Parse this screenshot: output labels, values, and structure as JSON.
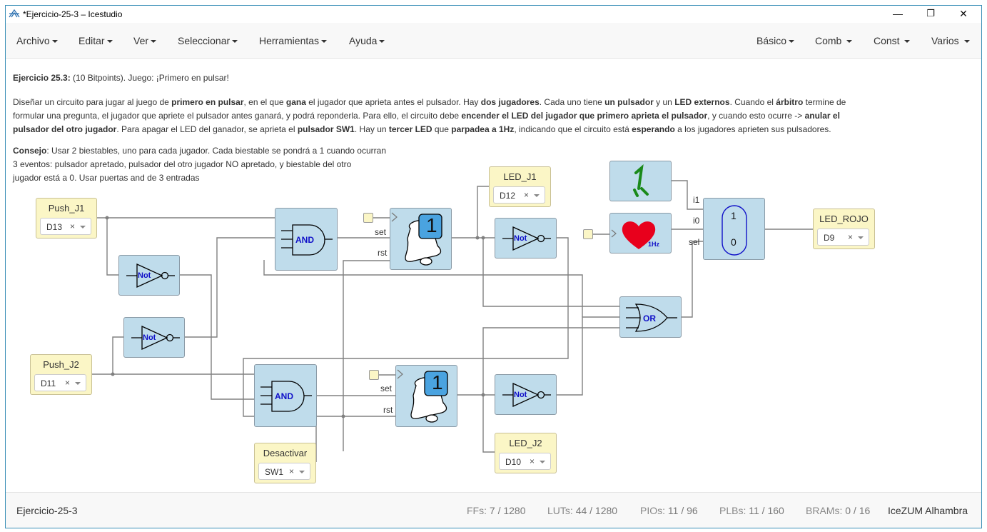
{
  "window": {
    "title": "*Ejercicio-25-3 – Icestudio",
    "minimize": "—",
    "maximize": "❐",
    "close": "✕"
  },
  "menu": {
    "left": [
      "Archivo",
      "Editar",
      "Ver",
      "Seleccionar",
      "Herramientas",
      "Ayuda"
    ],
    "right": [
      "Básico",
      "Comb",
      "Const",
      "Varios"
    ]
  },
  "exercise": {
    "heading_bold": "Ejercicio 25.3:",
    "heading_rest": " (10 Bitpoints). Juego: ¡Primero en pulsar!",
    "p1": [
      [
        {
          "t": "Diseñar un circuito para jugar al juego de "
        },
        {
          "b": "primero en pulsar"
        },
        {
          "t": ", en el que "
        },
        {
          "b": "gana"
        },
        {
          "t": " el jugador que aprieta antes el pulsador. Hay "
        },
        {
          "b": "dos jugadores"
        },
        {
          "t": ". Cada uno tiene "
        },
        {
          "b": "un pulsador"
        },
        {
          "t": " y un "
        },
        {
          "b": "LED externos"
        },
        {
          "t": ". Cuando el "
        },
        {
          "b": "árbitro"
        },
        {
          "t": " termine de"
        }
      ],
      [
        {
          "t": "formular una pregunta, el jugador que apriete el pulsador antes ganará, y podrá reponderla. Para ello, el circuito debe "
        },
        {
          "b": "encender el LED del jugador que primero aprieta el pulsador"
        },
        {
          "t": ", y cuando esto ocurre -> "
        },
        {
          "b": "anular el"
        }
      ],
      [
        {
          "b": "pulsador del otro jugador"
        },
        {
          "t": ". Para apagar el LED del ganador, se aprieta el "
        },
        {
          "b": "pulsador SW1"
        },
        {
          "t": ". Hay un "
        },
        {
          "b": "tercer LED"
        },
        {
          "t": " que "
        },
        {
          "b": "parpadea a 1Hz"
        },
        {
          "t": ", indicando que el circuito está "
        },
        {
          "b": "esperando"
        },
        {
          "t": " a los jugadores aprieten sus pulsadores."
        }
      ]
    ],
    "tip_bold": "Consejo",
    "tip_line1": ": Usar 2 biestables, uno para cada jugador. Cada biestable se pondrá a 1 cuando ocurran",
    "tip_line2": "3 eventos: pulsador apretado, pulsador del otro jugador NO apretado, y biestable del otro",
    "tip_line3": "jugador está a 0. Usar puertas and de 3 entradas"
  },
  "io": {
    "push_j1": {
      "label": "Push_J1",
      "pin": "D13"
    },
    "push_j2": {
      "label": "Push_J2",
      "pin": "D11"
    },
    "desactivar": {
      "label": "Desactivar",
      "pin": "SW1"
    },
    "led_j1": {
      "label": "LED_J1",
      "pin": "D12"
    },
    "led_j2": {
      "label": "LED_J2",
      "pin": "D10"
    },
    "led_rojo": {
      "label": "LED_ROJO",
      "pin": "D9"
    },
    "clear_symbol": "×"
  },
  "gates": {
    "not": "Not",
    "and": "AND",
    "or": "OR",
    "ff_value": "1",
    "ff_set": "set",
    "ff_rst": "rst",
    "const_one": "1",
    "heart_freq": "1Hz",
    "mux_in1": "1",
    "mux_in0": "0",
    "mux_i1": "i1",
    "mux_i0": "i0",
    "mux_sel": "sel"
  },
  "status": {
    "project": "Ejercicio-25-3",
    "ffs_label": "FFs:",
    "ffs": "7 / 1280",
    "luts_label": "LUTs:",
    "luts": "44 / 1280",
    "pios_label": "PIOs:",
    "pios": "11 / 96",
    "plbs_label": "PLBs:",
    "plbs": "11 / 160",
    "brams_label": "BRAMs:",
    "brams": "0 / 16",
    "board": "IceZUM Alhambra"
  },
  "colors": {
    "block": "#bfdceb",
    "io": "#fbf6c6",
    "gate_text": "#1010c8",
    "bell_box": "#4aa3e0",
    "heart": "#e8001c",
    "const": "#1a8a1a",
    "frame": "#3a8fb7"
  }
}
